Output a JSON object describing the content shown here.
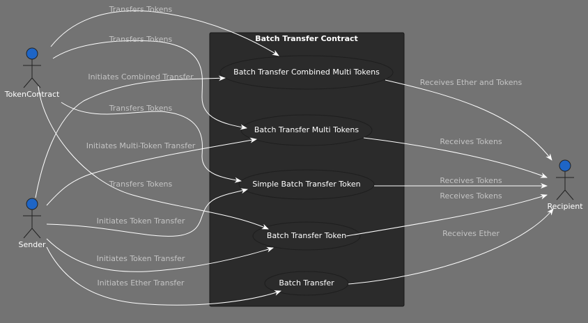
{
  "diagram": {
    "system_title": "Batch Transfer Contract",
    "actors": {
      "token_contract": "TokenContract",
      "sender": "Sender",
      "recipient": "Recipient"
    },
    "use_cases": {
      "combined_multi": "Batch Transfer Combined Multi Tokens",
      "multi_tokens": "Batch Transfer Multi Tokens",
      "simple_token": "Simple Batch Transfer Token",
      "transfer_token": "Batch Transfer Token",
      "batch_transfer": "Batch Transfer"
    },
    "edge_labels": {
      "tc_combined": "Transfers Tokens",
      "tc_multi": "Transfers Tokens",
      "tc_simple": "Transfers Tokens",
      "tc_token": "Transfers Tokens",
      "sender_combined": "Initiates Combined Transfer",
      "sender_multi": "Initiates Multi-Token Transfer",
      "sender_simple": "Initiates Token Transfer",
      "sender_token": "Initiates Token Transfer",
      "sender_ether": "Initiates Ether Transfer",
      "combined_recipient": "Receives Ether and Tokens",
      "multi_recipient": "Receives Tokens",
      "simple_recipient": "Receives Tokens",
      "token_recipient": "Receives Tokens",
      "ether_recipient": "Receives Ether"
    }
  }
}
